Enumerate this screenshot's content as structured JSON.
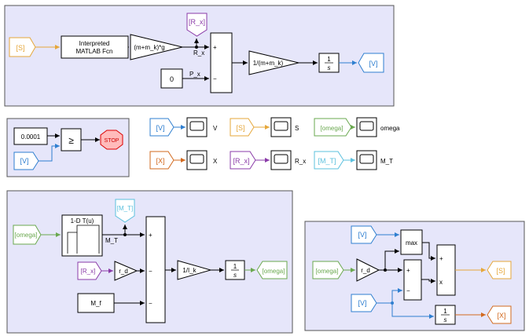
{
  "colors": {
    "area_fill": "#e6e6fa",
    "area_stroke": "#555555",
    "wire": "#000000",
    "tag_S": "#e6a73a",
    "tag_V": "#2f7fd0",
    "tag_R_x": "#8a3ba8",
    "tag_omega": "#6aa84f",
    "tag_X": "#d2691e",
    "tag_M_T": "#5bc0de",
    "stop_fill": "#ffbbbb",
    "stop_stroke": "#dd0000"
  },
  "tags": {
    "S": "[S]",
    "V": "[V]",
    "R_x": "[R_x]",
    "omega": "[omega]",
    "X": "[X]",
    "M_T": "[M_T]"
  },
  "top": {
    "fcn_line1": "Interpreted",
    "fcn_line2": "MATLAB Fcn",
    "gain_weight": "(m+m_k)*g",
    "signal_R_x": "R_x",
    "const_zero": "0",
    "signal_P_x": "P_x",
    "gain_inv_mass": "1/(m+m_k)",
    "int_num": "1",
    "int_den": "s",
    "sum_plus": "+",
    "sum_minus": "−"
  },
  "stop_area": {
    "const_threshold": "0.0001",
    "compare_op": "≥",
    "stop_label": "STOP"
  },
  "scopes": {
    "V": "V",
    "S": "S",
    "omega": "omega",
    "X": "X",
    "R_x": "R_x",
    "M_T": "M_T"
  },
  "rot": {
    "lookup_title": "1-D T(u)",
    "signal_M_T": "M_T",
    "gain_r_d": "r_d",
    "gain_inertia": "1/I_k",
    "const_M_f": "M_f",
    "int_num": "1",
    "int_den": "s",
    "sum_plus": "+",
    "sum_minus1": "−",
    "sum_minus2": "−"
  },
  "slip": {
    "gain_r_d": "r_d",
    "max_label": "max",
    "sum_plus": "+",
    "sum_minus": "−",
    "prod_plus": "+",
    "prod_x": "x",
    "int_num": "1",
    "int_den": "s"
  }
}
